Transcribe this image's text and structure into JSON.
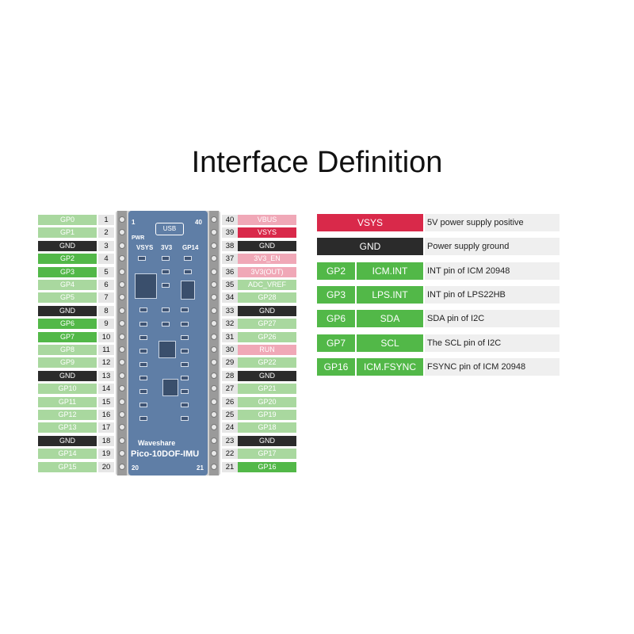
{
  "title": "Interface Definition",
  "colors": {
    "gp_bright": "#52b848",
    "gp_faded": "#a9d89f",
    "gnd": "#2b2b2b",
    "pink_faded": "#f0a8b7",
    "red": "#d9294a",
    "board_blue": "#5f7ea6"
  },
  "left_pins": [
    {
      "num": "1",
      "label": "GP0",
      "color": "gp_faded"
    },
    {
      "num": "2",
      "label": "GP1",
      "color": "gp_faded"
    },
    {
      "num": "3",
      "label": "GND",
      "color": "gnd"
    },
    {
      "num": "4",
      "label": "GP2",
      "color": "gp_bright"
    },
    {
      "num": "5",
      "label": "GP3",
      "color": "gp_bright"
    },
    {
      "num": "6",
      "label": "GP4",
      "color": "gp_faded"
    },
    {
      "num": "7",
      "label": "GP5",
      "color": "gp_faded"
    },
    {
      "num": "8",
      "label": "GND",
      "color": "gnd"
    },
    {
      "num": "9",
      "label": "GP6",
      "color": "gp_bright"
    },
    {
      "num": "10",
      "label": "GP7",
      "color": "gp_bright"
    },
    {
      "num": "11",
      "label": "GP8",
      "color": "gp_faded"
    },
    {
      "num": "12",
      "label": "GP9",
      "color": "gp_faded"
    },
    {
      "num": "13",
      "label": "GND",
      "color": "gnd"
    },
    {
      "num": "14",
      "label": "GP10",
      "color": "gp_faded"
    },
    {
      "num": "15",
      "label": "GP11",
      "color": "gp_faded"
    },
    {
      "num": "16",
      "label": "GP12",
      "color": "gp_faded"
    },
    {
      "num": "17",
      "label": "GP13",
      "color": "gp_faded"
    },
    {
      "num": "18",
      "label": "GND",
      "color": "gnd"
    },
    {
      "num": "19",
      "label": "GP14",
      "color": "gp_faded"
    },
    {
      "num": "20",
      "label": "GP15",
      "color": "gp_faded"
    }
  ],
  "right_pins": [
    {
      "num": "40",
      "label": "VBUS",
      "color": "pink_faded"
    },
    {
      "num": "39",
      "label": "VSYS",
      "color": "red"
    },
    {
      "num": "38",
      "label": "GND",
      "color": "gnd"
    },
    {
      "num": "37",
      "label": "3V3_EN",
      "color": "pink_faded"
    },
    {
      "num": "36",
      "label": "3V3(OUT)",
      "color": "pink_faded"
    },
    {
      "num": "35",
      "label": "ADC_VREF",
      "color": "gp_faded"
    },
    {
      "num": "34",
      "label": "GP28",
      "color": "gp_faded"
    },
    {
      "num": "33",
      "label": "GND",
      "color": "gnd"
    },
    {
      "num": "32",
      "label": "GP27",
      "color": "gp_faded"
    },
    {
      "num": "31",
      "label": "GP26",
      "color": "gp_faded"
    },
    {
      "num": "30",
      "label": "RUN",
      "color": "pink_faded"
    },
    {
      "num": "29",
      "label": "GP22",
      "color": "gp_faded"
    },
    {
      "num": "28",
      "label": "GND",
      "color": "gnd"
    },
    {
      "num": "27",
      "label": "GP21",
      "color": "gp_faded"
    },
    {
      "num": "26",
      "label": "GP20",
      "color": "gp_faded"
    },
    {
      "num": "25",
      "label": "GP19",
      "color": "gp_faded"
    },
    {
      "num": "24",
      "label": "GP18",
      "color": "gp_faded"
    },
    {
      "num": "23",
      "label": "GND",
      "color": "gnd"
    },
    {
      "num": "22",
      "label": "GP17",
      "color": "gp_faded"
    },
    {
      "num": "21",
      "label": "GP16",
      "color": "gp_bright"
    }
  ],
  "board": {
    "name": "Waveshare",
    "model": "Pico-10DOF-IMU",
    "usb": "USB",
    "pwr": "PWR",
    "corner_1": "1",
    "corner_40": "40",
    "corner_20": "20",
    "corner_21": "21",
    "labels": [
      "VSYS",
      "3V3",
      "GP14"
    ]
  },
  "table": [
    {
      "cells": [
        "VSYS"
      ],
      "color": "red",
      "desc": "5V power supply positive"
    },
    {
      "cells": [
        "GND"
      ],
      "color": "gnd",
      "desc": "Power supply ground"
    },
    {
      "cells": [
        "GP2",
        "ICM.INT"
      ],
      "color": "gp_bright",
      "desc": "INT pin of ICM 20948"
    },
    {
      "cells": [
        "GP3",
        "LPS.INT"
      ],
      "color": "gp_bright",
      "desc": "INT pin of LPS22HB"
    },
    {
      "cells": [
        "GP6",
        "SDA"
      ],
      "color": "gp_bright",
      "desc": "SDA pin of I2C"
    },
    {
      "cells": [
        "GP7",
        "SCL"
      ],
      "color": "gp_bright",
      "desc": "The SCL pin of I2C"
    },
    {
      "cells": [
        "GP16",
        "ICM.FSYNC"
      ],
      "color": "gp_bright",
      "desc": "FSYNC pin of ICM 20948"
    }
  ]
}
